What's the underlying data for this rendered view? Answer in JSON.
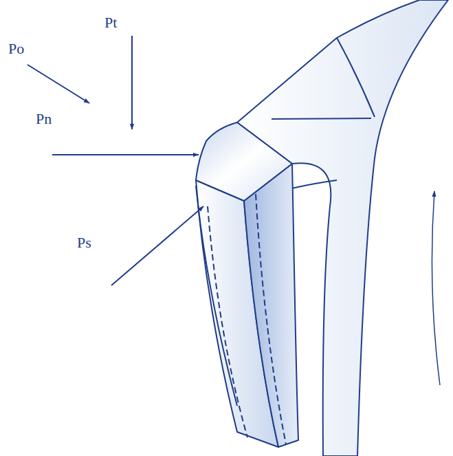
{
  "diagram": {
    "labels": [
      "Po",
      "Pt",
      "Pn",
      "Ps"
    ]
  }
}
